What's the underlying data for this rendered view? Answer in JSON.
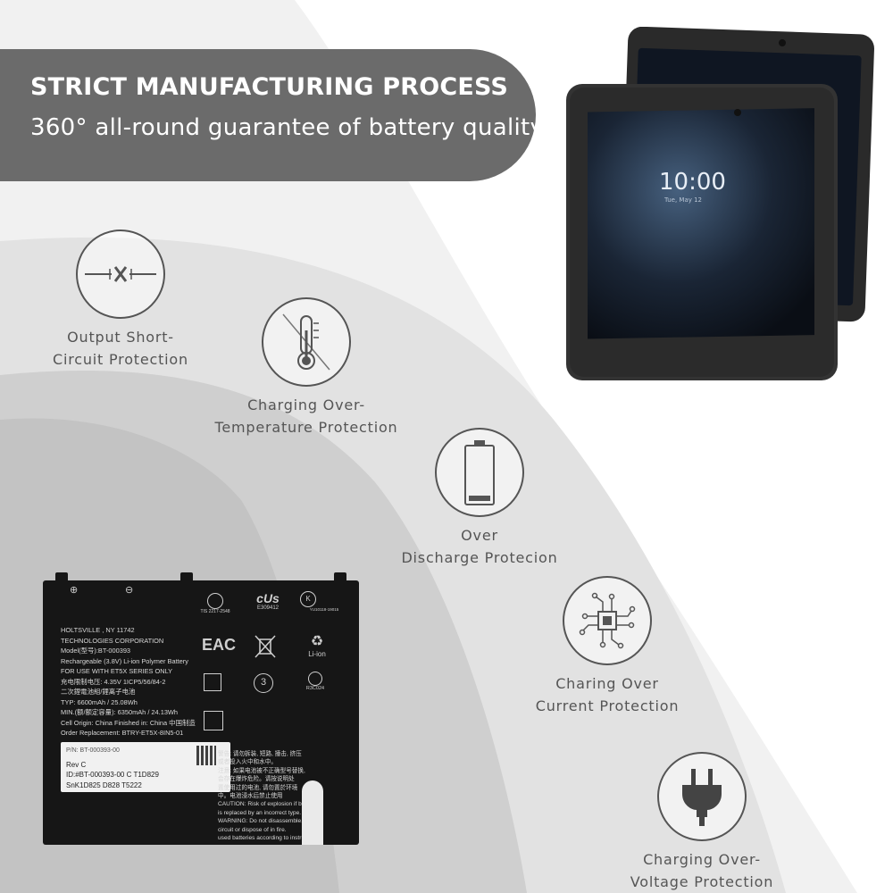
{
  "banner": {
    "title": "STRICT MANUFACTURING PROCESS",
    "subtitle": "360° all-round guarantee of battery quality"
  },
  "features": [
    {
      "icon": "short-circuit-icon",
      "line1": "Output Short-",
      "line2": "Circuit Protection"
    },
    {
      "icon": "thermometer-icon",
      "line1": "Charging Over-",
      "line2": "Temperature Protection"
    },
    {
      "icon": "low-battery-icon",
      "line1": "Over",
      "line2": "Discharge Protecion"
    },
    {
      "icon": "chip-icon",
      "line1": "Charing Over",
      "line2": "Current Protection"
    },
    {
      "icon": "plug-icon",
      "line1": "Charging Over-",
      "line2": "Voltage Protection"
    }
  ],
  "tablet": {
    "clock": "10:00",
    "date": "Tue, May 12"
  },
  "battery": {
    "polarity_plus": "⊕",
    "polarity_minus": "⊖",
    "lines": [
      "HOLTSVILLE , NY 11742",
      "TECHNOLOGIES CORPORATION",
      "Model(型号):BT-000393",
      "Rechargeable (3.8V) Li-ion Polymer Battery",
      "FOR USE WITH ET5X SERIES ONLY",
      "充电限制电压: 4.35V      1ICP5/56/84-2",
      "二次鋰電池組/鋰离子电池",
      "TYP: 6600mAh / 25.08Wh",
      "MIN.(额/额定容量): 6350mAh / 24.13Wh",
      "Cell Origin: China   Finished in: China 中国制造",
      "Order Replacement:     BTRY-ET5X-8IN5-01"
    ],
    "cert_tis": "TIS 2217-2548",
    "cert_ul": "E309412",
    "cert_kc": "YU10118-19015",
    "cert_eac": "EAC",
    "cert_liion": "Li-ion",
    "cert_r3c": "R3C024",
    "label": {
      "pn": "P/N: BT-000393-00",
      "rev": "Rev C",
      "id": "ID:#BT-000393-00 C   T1D829",
      "sn": "SnK1D825   D828  T5222"
    },
    "warnings": [
      "警告: 请勿拆装, 短路, 撞击, 挤压",
      "或者投入火中和水中。",
      "注意: 如果电池被不正确型号替换,",
      "会存在爆炸危险。请按说明处",
      "置使用过的电池, 请勿置於环境",
      "中。电池浸水后禁止使用",
      "CAUTION: Risk of explosion if battery",
      "is replaced by an incorrect type.",
      "WARNING: Do not disassemble, short",
      "circuit or dispose of in fire.",
      "used batteries according to instructions."
    ]
  },
  "colors": {
    "banner": "#6b6b6b",
    "icon_stroke": "#555555",
    "text": "#555555",
    "battery": "#161616"
  }
}
